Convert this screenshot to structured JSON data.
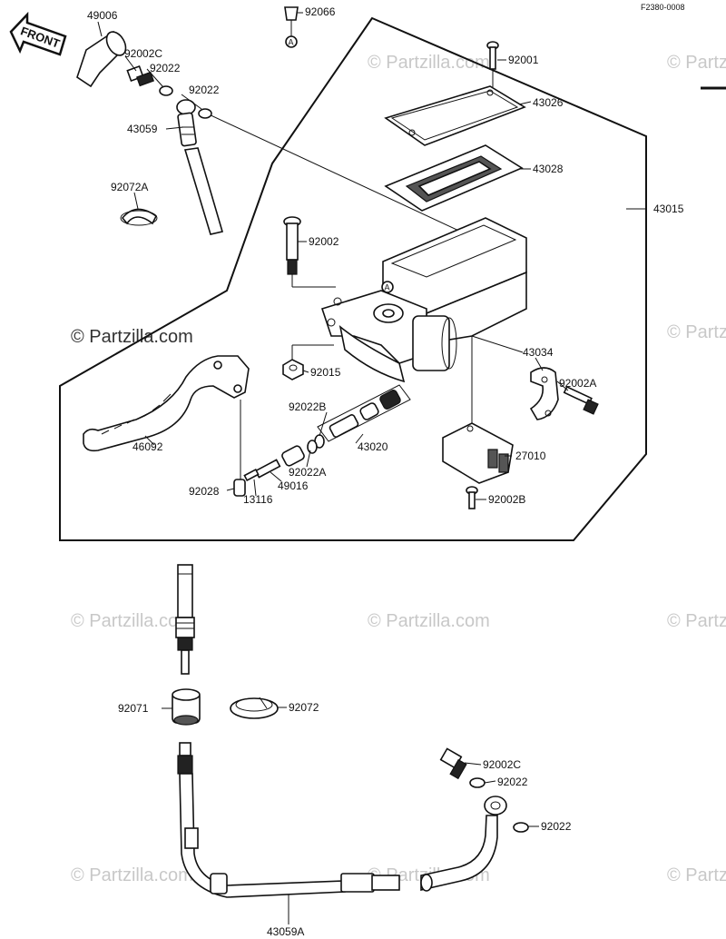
{
  "diagram_code": "F2380-0008",
  "front_label": "FRONT",
  "watermark": "© Partzilla.com",
  "callout_marker": "A",
  "parts": {
    "p49006": "49006",
    "p92002C_top": "92002C",
    "p92022_a": "92022",
    "p92022_b": "92022",
    "p43059": "43059",
    "p92072A": "92072A",
    "p92066": "92066",
    "p92001": "92001",
    "p43026": "43026",
    "p43028": "43028",
    "p43015": "43015",
    "p92002": "92002",
    "p92015": "92015",
    "p43034": "43034",
    "p92002A": "92002A",
    "p92022B": "92022B",
    "p43020": "43020",
    "p46092": "46092",
    "p27010": "27010",
    "p92022A": "92022A",
    "p49016": "49016",
    "p92028": "92028",
    "p13116": "13116",
    "p92002B": "92002B",
    "p92071": "92071",
    "p92072": "92072",
    "p92002C_bottom": "92002C",
    "p92022_c": "92022",
    "p92022_d": "92022",
    "p43059A": "43059A"
  }
}
